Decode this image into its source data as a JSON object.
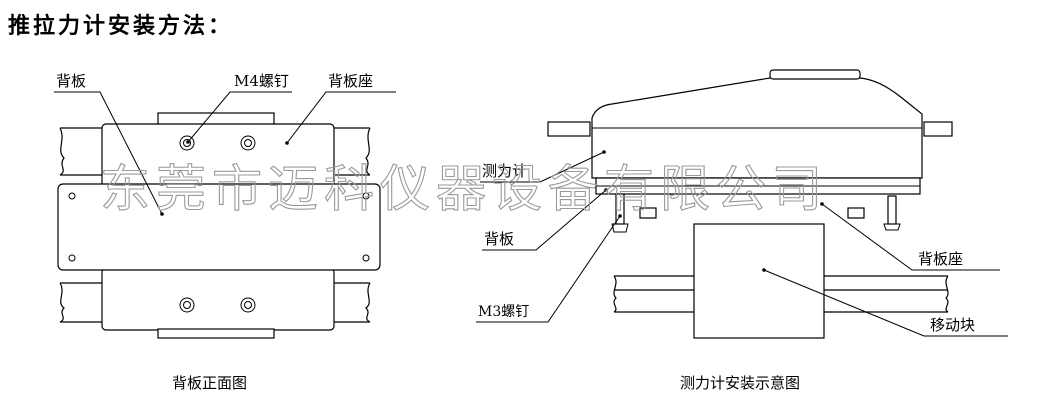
{
  "title": "推拉力计安装方法：",
  "watermark": "东莞市迈科仪器设备有限公司",
  "left_figure": {
    "caption": "背板正面图",
    "labels": {
      "back_plate": "背板",
      "m4_screw": "M4螺钉",
      "back_plate_seat": "背板座"
    }
  },
  "right_figure": {
    "caption": "测力计安装示意图",
    "labels": {
      "force_gauge": "测力计",
      "back_plate": "背板",
      "m3_screw": "M3螺钉",
      "back_plate_seat": "背板座",
      "moving_block": "移动块"
    }
  },
  "colors": {
    "line": "#000000",
    "watermark": "#9a9a9a",
    "background": "#ffffff"
  }
}
